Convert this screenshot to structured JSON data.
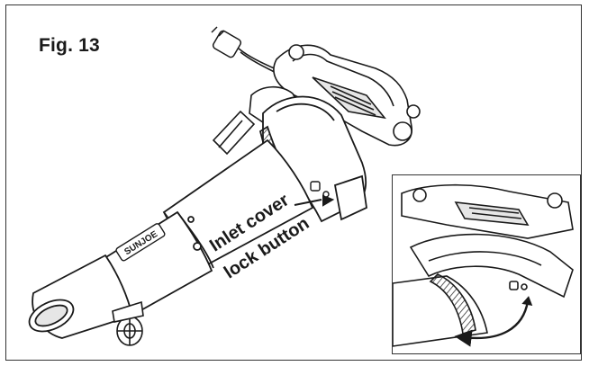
{
  "figure": {
    "title": "Fig. 13",
    "callout_line1": "Inlet cover",
    "callout_line2": "lock button",
    "brand_mark": "SUNJOE"
  },
  "colors": {
    "line": "#1a1a1a",
    "fill": "#ffffff",
    "hatch": "#444444",
    "shade": "#e6e6e6"
  }
}
